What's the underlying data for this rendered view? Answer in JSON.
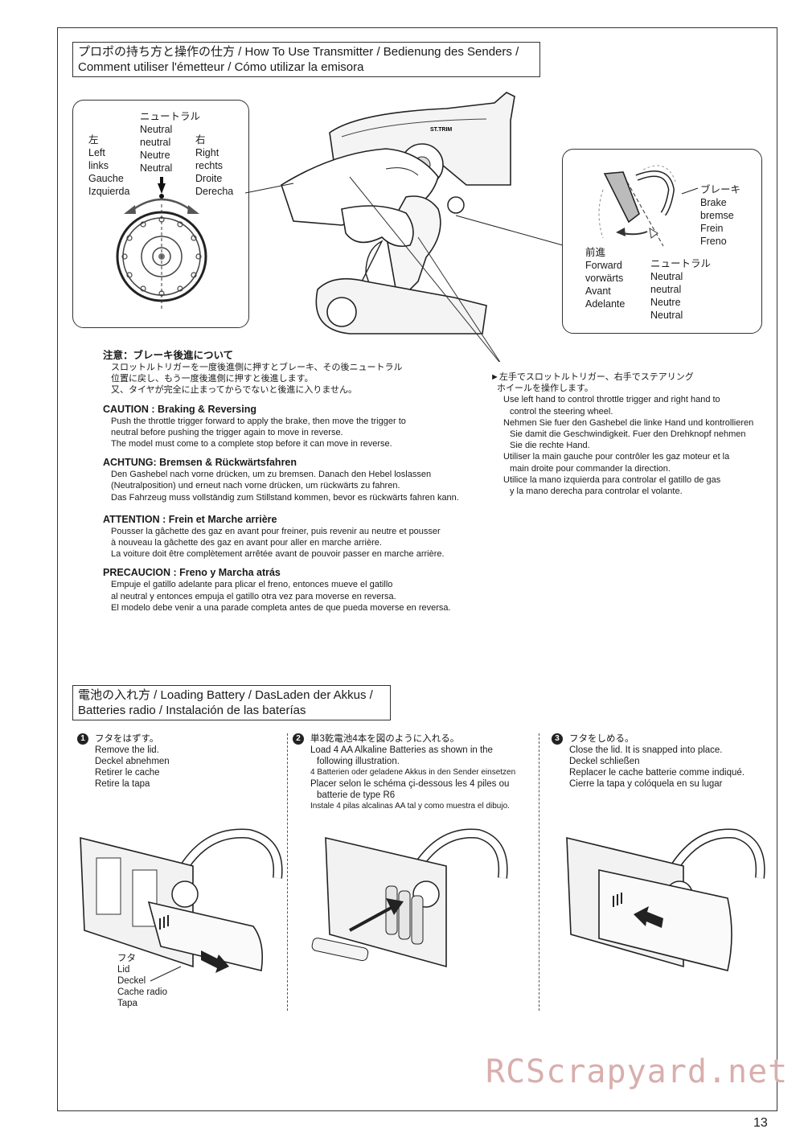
{
  "header1": {
    "line1": "プロポの持ち方と操作の仕方 /  How To Use Transmitter / Bedienung des Senders /",
    "line2": "Comment utiliser l'émetteur / Cómo utilizar la emisora"
  },
  "wheel_labels": {
    "neutral": [
      "ニュートラル",
      "Neutral",
      "neutral",
      "Neutre",
      "Neutral"
    ],
    "left": [
      "左",
      "Left",
      "links",
      "Gauche",
      "Izquierda"
    ],
    "right": [
      "右",
      "Right",
      "rechts",
      "Droite",
      "Derecha"
    ]
  },
  "trigger_labels": {
    "brake": [
      "ブレーキ",
      "Brake",
      "bremse",
      "Frein",
      "Freno"
    ],
    "forward": [
      "前進",
      "Forward",
      "vorwärts",
      "Avant",
      "Adelante"
    ],
    "neutral": [
      "ニュートラル",
      "Neutral",
      "neutral",
      "Neutre",
      "Neutral"
    ]
  },
  "transmitter_brand": "ST.TRIM",
  "notes": {
    "jp_title": "注意：ブレーキ後進について",
    "jp_body": [
      "スロットルトリガーを一度後進側に押すとブレーキ、その後ニュートラル",
      "位置に戻し、もう一度後進側に押すと後進します。",
      "又、タイヤが完全に止まってからでないと後進に入りません。"
    ],
    "en_title": "CAUTION : Braking & Reversing",
    "en_body": [
      "Push the throttle trigger forward to apply the brake, then move the trigger to",
      "neutral before pushing the trigger again to move in reverse.",
      "The model must come to a complete stop before it can move in reverse."
    ],
    "de_title": "ACHTUNG: Bremsen & Rückwärtsfahren",
    "de_body": [
      "Den Gashebel nach vorne drücken, um zu bremsen. Danach den Hebel loslassen",
      "(Neutralposition) und erneut nach vorne drücken, um rückwärts zu fahren.",
      "Das Fahrzeug muss vollständig zum Stillstand kommen, bevor es rückwärts fahren kann."
    ],
    "fr_title": "ATTENTION : Frein et Marche arrière",
    "fr_body": [
      "Pousser la gâchette des gaz en avant pour freiner, puis revenir au neutre et pousser",
      "à nouveau la gâchette des gaz en avant pour aller en marche arrière.",
      "La voiture doit être complètement arrêtée avant de pouvoir passer en marche arrière."
    ],
    "es_title": "PRECAUCION : Freno y Marcha atrás",
    "es_body": [
      "Empuje el gatillo adelante para plicar el freno, entonces mueve el gatillo",
      "al neutral y entonces empuja el gatillo otra vez para moverse en reversa.",
      "El modelo debe venir a una parade completa antes de que pueda moverse en reversa."
    ]
  },
  "hand_note": {
    "lines": [
      "►左手でスロットルトリガー、右手でステアリング",
      "ホイールを操作します。",
      "Use left hand to control throttle trigger and right hand to",
      "control the steering wheel.",
      "Nehmen Sie fuer den Gashebel die linke Hand und kontrollieren",
      "Sie damit die Geschwindigkeit. Fuer den Drehknopf nehmen",
      "Sie die rechte Hand.",
      "Utiliser la main gauche pour contrôler les gaz moteur et la",
      "main droite pour commander la direction.",
      "Utilice la mano izquierda para controlar el gatillo de gas",
      "y la mano derecha para controlar el volante."
    ]
  },
  "header2": {
    "line1": "電池の入れ方 /  Loading Battery / DasLaden der Akkus /",
    "line2": "Batteries radio / Instalación de las baterías"
  },
  "steps": [
    {
      "num": "1",
      "lines": [
        "フタをはずす。",
        "Remove the lid.",
        "Deckel abnehmen",
        "Retirer le cache",
        "Retire la tapa"
      ]
    },
    {
      "num": "2",
      "lines": [
        "単3乾電池4本を図のように入れる。",
        "Load 4 AA Alkaline Batteries as shown in the",
        "following illustration.",
        "4 Batterien oder geladene Akkus in den Sender einsetzen",
        "Placer selon le schéma çi-dessous les 4 piles ou",
        "batterie de type R6",
        "Instale 4 pilas  alcalinas AA tal y como muestra el dibujo."
      ]
    },
    {
      "num": "3",
      "lines": [
        "フタをしめる。",
        "Close the lid. It is snapped into place.",
        "Deckel schließen",
        "Replacer le cache batterie comme indiqué.",
        "Cierre la tapa y colóquela en su lugar"
      ]
    }
  ],
  "lid_labels": [
    "フタ",
    "Lid",
    "Deckel",
    "Cache radio",
    "Tapa"
  ],
  "watermark": "RCScrapyard.net",
  "page_number": "13"
}
